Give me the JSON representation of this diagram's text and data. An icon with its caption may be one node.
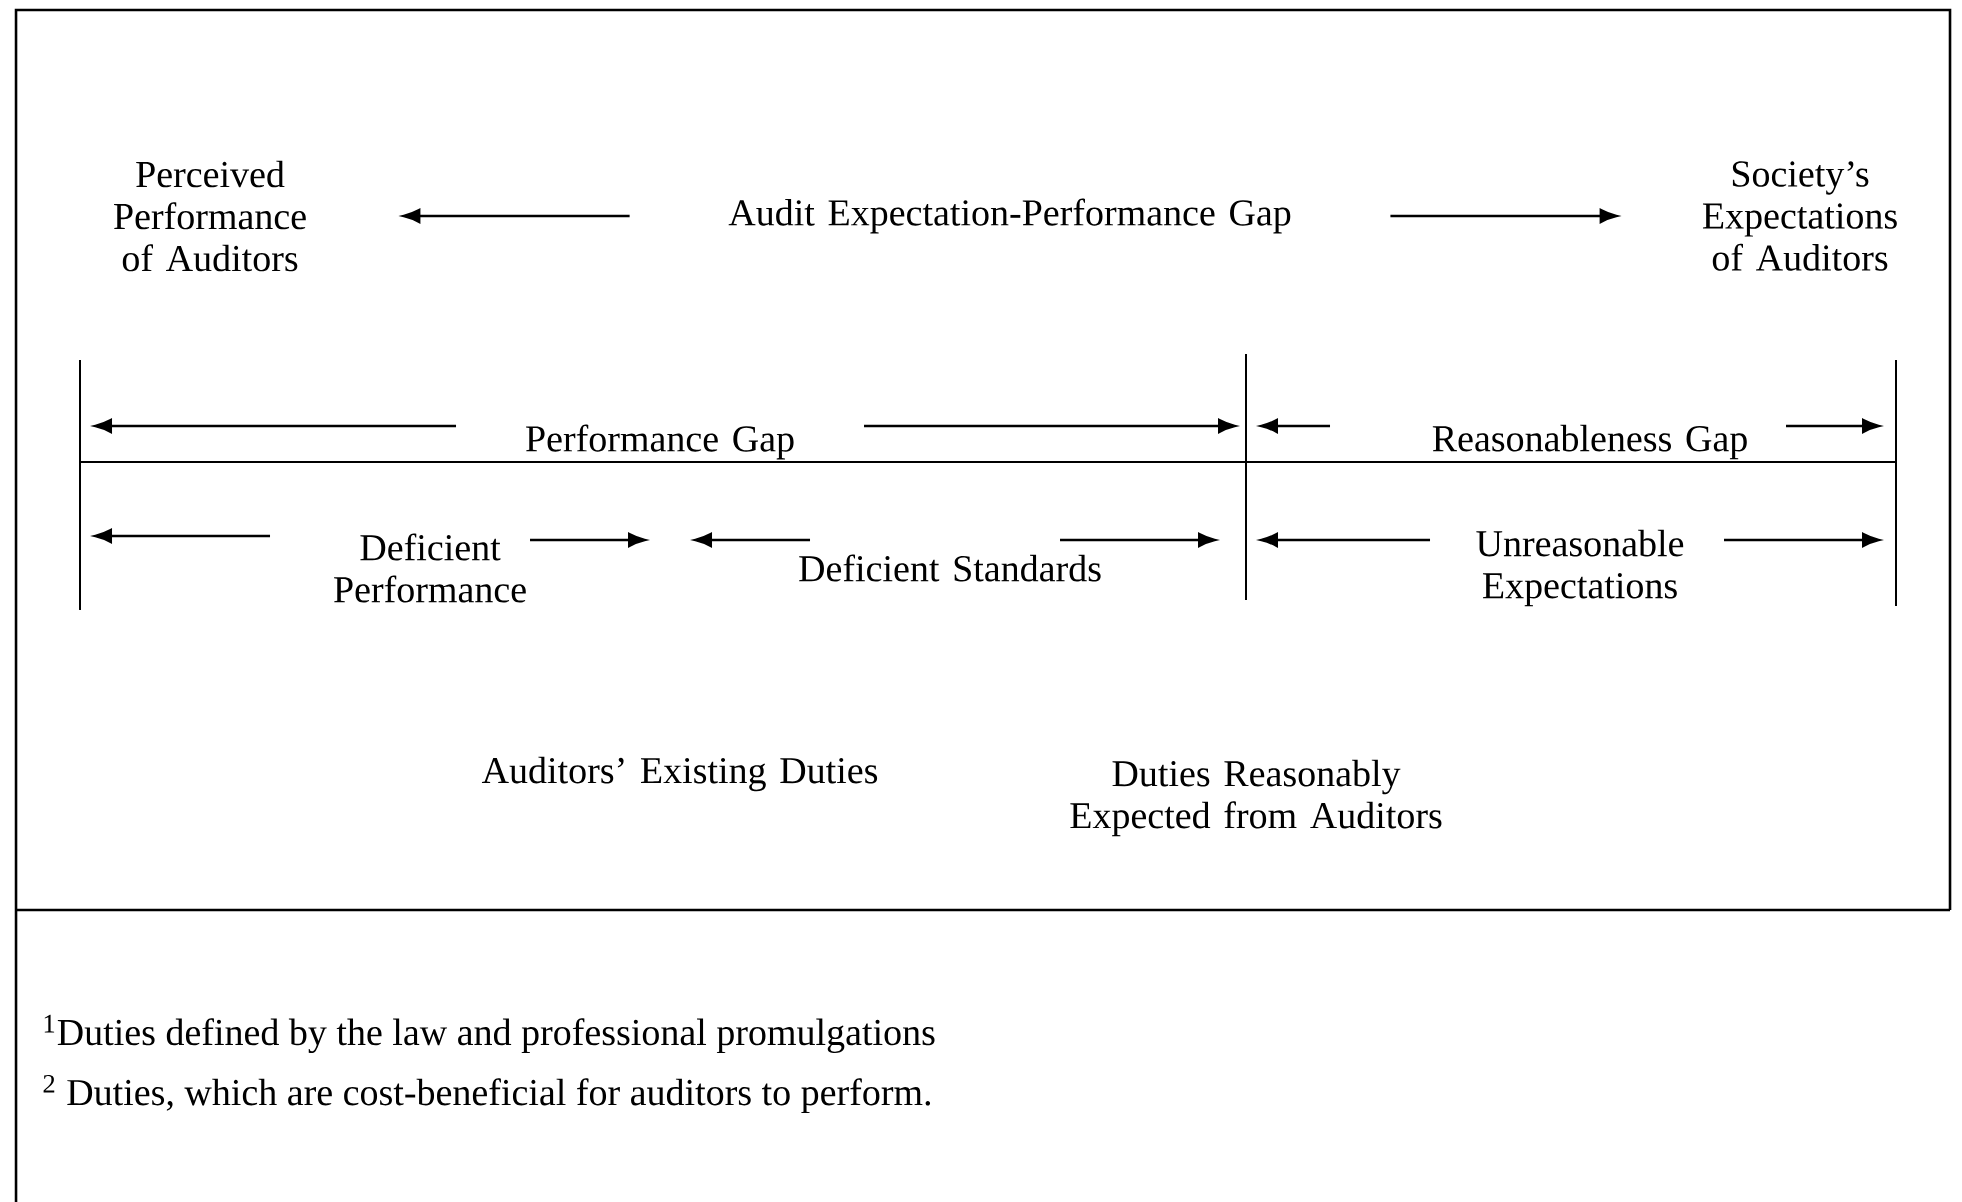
{
  "diagram": {
    "nodes": [
      {
        "text": [
          "Perceived Performance of Auditors"
        ]
      },
      {
        "text": [
          "Audit Expectation-Performance Gap"
        ]
      },
      {
        "text": [
          "Society’s Expectations of Auditors"
        ]
      }
    ],
    "edges": [
      {
        "from": 1,
        "to": 0,
        "arrow": "to"
      },
      {
        "from": 1,
        "to": 2,
        "arrow": "to"
      }
    ],
    "labels": [
      "Performance Gap",
      "Reasonableness Gap",
      "Deficient Performance",
      "Deficient Standards",
      "Unreasonable Expectations",
      "Auditors’ Existing Duties",
      "Duties Reasonably Expected from Auditors",
      "$^{1}$Duties defined by the law and professional promulgations",
      "$^{2}$ Duties, which are cost-beneficial for auditors to perform."
    ]
  }
}
